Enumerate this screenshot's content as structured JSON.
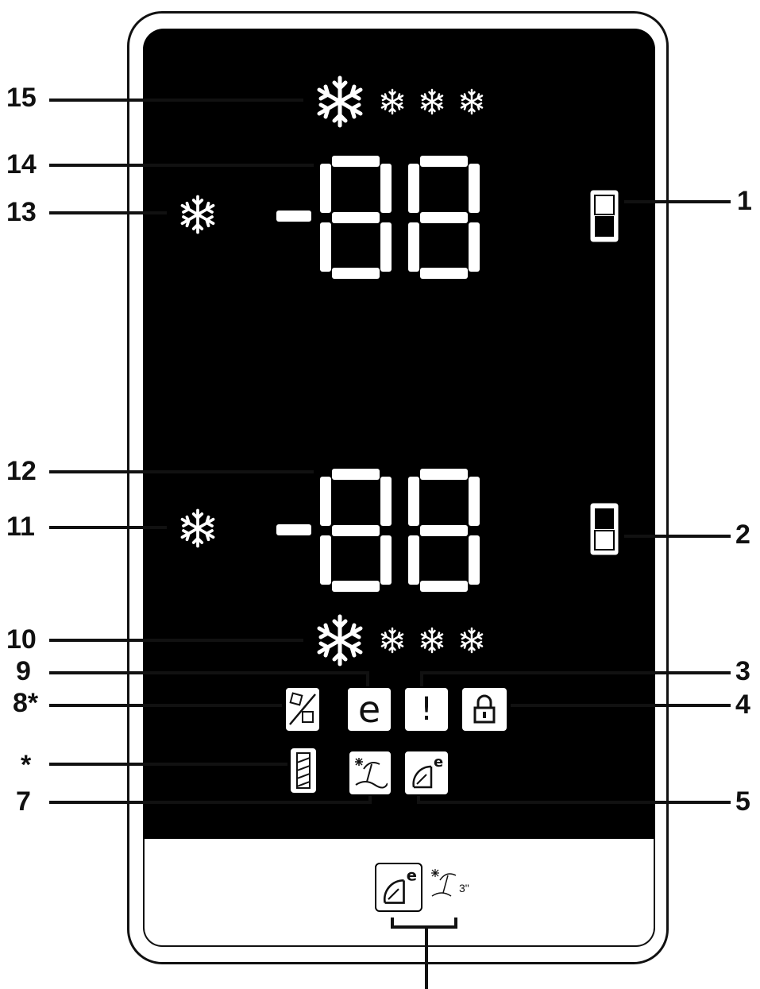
{
  "callouts": {
    "c15": "15",
    "c14": "14",
    "c13": "13",
    "c12": "12",
    "c11": "11",
    "c10": "10",
    "c9": "9",
    "c8": "8*",
    "cstar": "*",
    "c7": "7",
    "c1": "1",
    "c2": "2",
    "c3": "3",
    "c4": "4",
    "c5": "5"
  },
  "icons": {
    "snowflake": "snowflake-icon",
    "eco": "e",
    "alarm": "!",
    "lock": "lock-icon",
    "ice": "ice-cube-icon",
    "bottle": "bottle-icon",
    "holiday": "holiday-umbrella-icon",
    "eco_timer": "eco-timer-icon"
  },
  "lower_panel": {
    "button_label": "3\""
  },
  "colors": {
    "display_bg": "#000000",
    "segment": "#ffffff",
    "ink": "#111111"
  }
}
